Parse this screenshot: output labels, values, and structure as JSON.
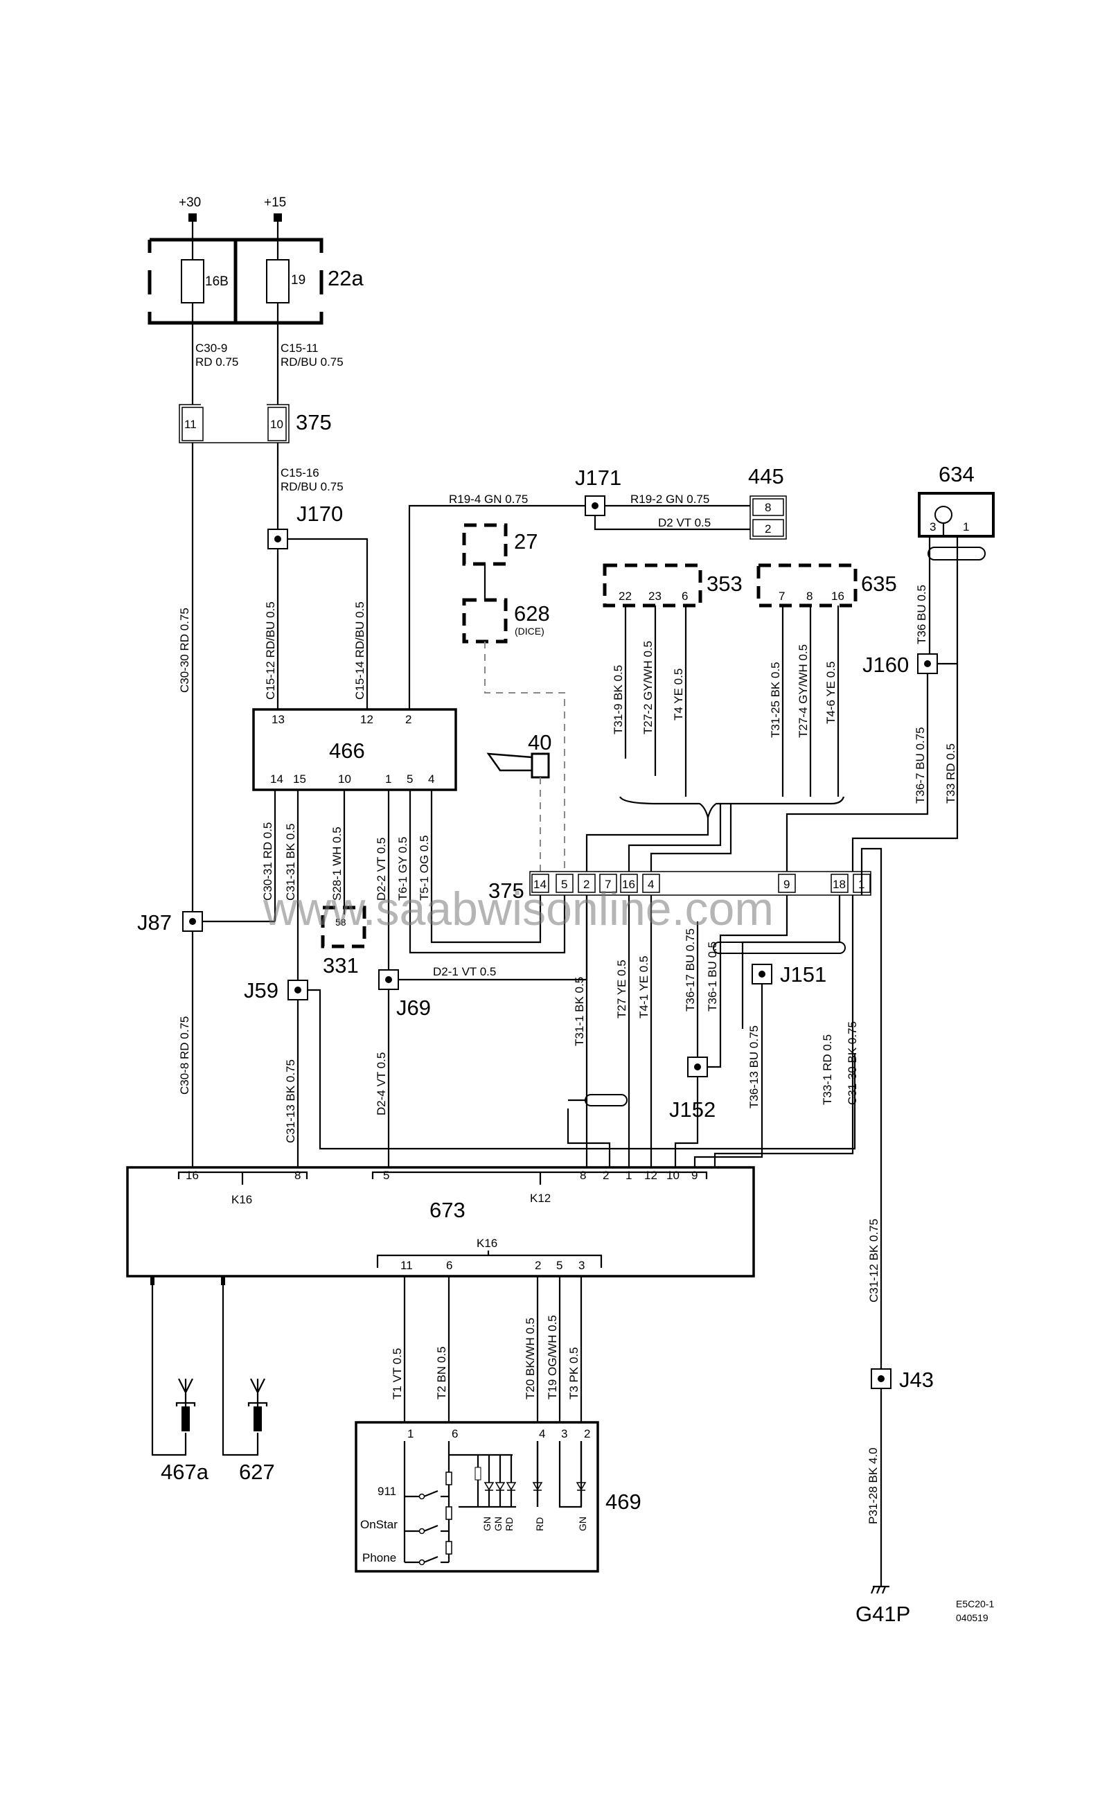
{
  "supply": {
    "plus30": "+30",
    "plus15": "+15"
  },
  "fuse_box": {
    "label": "22a",
    "fuse_a": "16B",
    "fuse_b": "19"
  },
  "connectors": {
    "c375": "375",
    "pin_11": "11",
    "pin_10": "10",
    "c375_pins": [
      "14",
      "5",
      "2",
      "7",
      "16",
      "4",
      "9",
      "18",
      "1"
    ]
  },
  "wires": {
    "c30_9": "C30-9",
    "c30_9_spec": "RD  0.75",
    "c15_11": "C15-11",
    "c15_11_spec": "RD/BU  0.75",
    "c15_16": "C15-16",
    "c15_16_spec": "RD/BU  0.75",
    "c30_30": "C30-30  RD  0.75",
    "c15_12": "C15-12  RD/BU  0.5",
    "c15_14": "C15-14  RD/BU  0.5",
    "r19_4": "R19-4  GN  0.75",
    "r19_2": "R19-2  GN  0.75",
    "d2": "D2  VT  0.5",
    "t31_9": "T31-9  BK  0.5",
    "t27_2": "T27-2  GY/WH  0.5",
    "t4": "T4  YE  0.5",
    "t31_25": "T31-25  BK  0.5",
    "t27_4": "T27-4  GY/WH  0.5",
    "t4_6": "T4-6  YE  0.5",
    "t36": "T36  BU  0.5",
    "t36_7": "T36-7  BU  0.75",
    "t33": "T33  RD  0.5",
    "c30_31": "C30-31  RD  0.5",
    "c31_31": "C31-31  BK  0.5",
    "s28_1": "S28-1  WH  0.5",
    "d2_2": "D2-2  VT  0.5",
    "t6_1": "T6-1  GY  0.5",
    "t5_1": "T5-1  OG  0.5",
    "d2_1": "D2-1  VT  0.5",
    "t31_1": "T31-1  BK  0.5",
    "t27": "T27  YE  0.5",
    "t4_1": "T4-1  YE  0.5",
    "t36_17": "T36-17  BU  0.75",
    "t36_1": "T36-1  BU  0.5",
    "t36_13": "T36-13  BU  0.75",
    "t33_1": "T33-1  RD  0.5",
    "c31_30": "C31-30  BK  0.75",
    "c30_8": "C30-8  RD  0.75",
    "c31_13": "C31-13  BK  0.75",
    "d2_4": "D2-4  VT  0.5",
    "c31_12": "C31-12  BK  0.75",
    "t1": "T1  VT  0.5",
    "t2": "T2  BN  0.5",
    "t20": "T20  BK/WH  0.5",
    "t19": "T19  OG/WH  0.5",
    "t3": "T3  PK  0.5",
    "p31_28": "P31-28  BK  4.0"
  },
  "junctions": {
    "j170": "J170",
    "j171": "J171",
    "j87": "J87",
    "j59": "J59",
    "j69": "J69",
    "j151": "J151",
    "j152": "J152",
    "j160": "J160",
    "j43": "J43"
  },
  "components": {
    "c445": "445",
    "pin_8": "8",
    "pin_2": "2",
    "c27": "27",
    "c628": "628",
    "c628_sub": "(DICE)",
    "c634": "634",
    "c634_pin3": "3",
    "c634_pin1": "1",
    "c353": "353",
    "c353_pins": [
      "22",
      "23",
      "6"
    ],
    "c635": "635",
    "c635_pins": [
      "7",
      "8",
      "16"
    ],
    "c466": "466",
    "c466_top_pins": [
      "13",
      "12",
      "2"
    ],
    "c466_bottom_pins": [
      "14",
      "15",
      "10",
      "1",
      "5",
      "4"
    ],
    "c40": "40",
    "c331": "331",
    "c331_pin": "58",
    "c673": "673",
    "k16": "K16",
    "k12": "K12",
    "k16_bottom": "K16",
    "c673_top_left_pins": [
      "16",
      "8"
    ],
    "c673_top_mid_pins": [
      "5",
      "8",
      "2",
      "1",
      "12",
      "10",
      "9"
    ],
    "c673_bottom_pins": [
      "11",
      "6",
      "2",
      "5",
      "3"
    ],
    "c467a": "467a",
    "c627": "627",
    "c469": "469",
    "c469_pins": [
      "1",
      "6",
      "4",
      "3",
      "2"
    ],
    "btn_911": "911",
    "btn_onstar": "OnStar",
    "btn_phone": "Phone",
    "led_labels": [
      "GN",
      "GN",
      "RD",
      "RD",
      "GN"
    ],
    "ground": "G41P"
  },
  "footer": {
    "code": "E5C20-1",
    "date": "040519"
  },
  "watermark": "www.saabwisonline.com"
}
